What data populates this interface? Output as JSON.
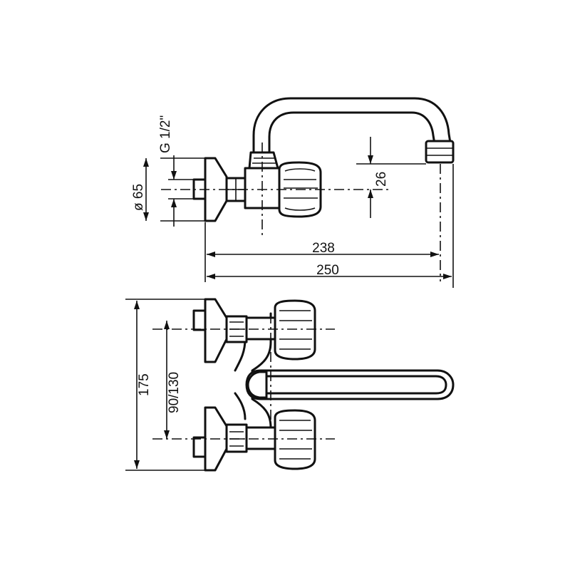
{
  "dimensions": {
    "thread": "G 1/2\"",
    "diameter": "ø 65",
    "offset": "26",
    "projection_inner": "238",
    "projection_outer": "250",
    "height_total": "175",
    "centers": "90/130"
  },
  "colors": {
    "line": "#111111",
    "background": "#ffffff"
  }
}
